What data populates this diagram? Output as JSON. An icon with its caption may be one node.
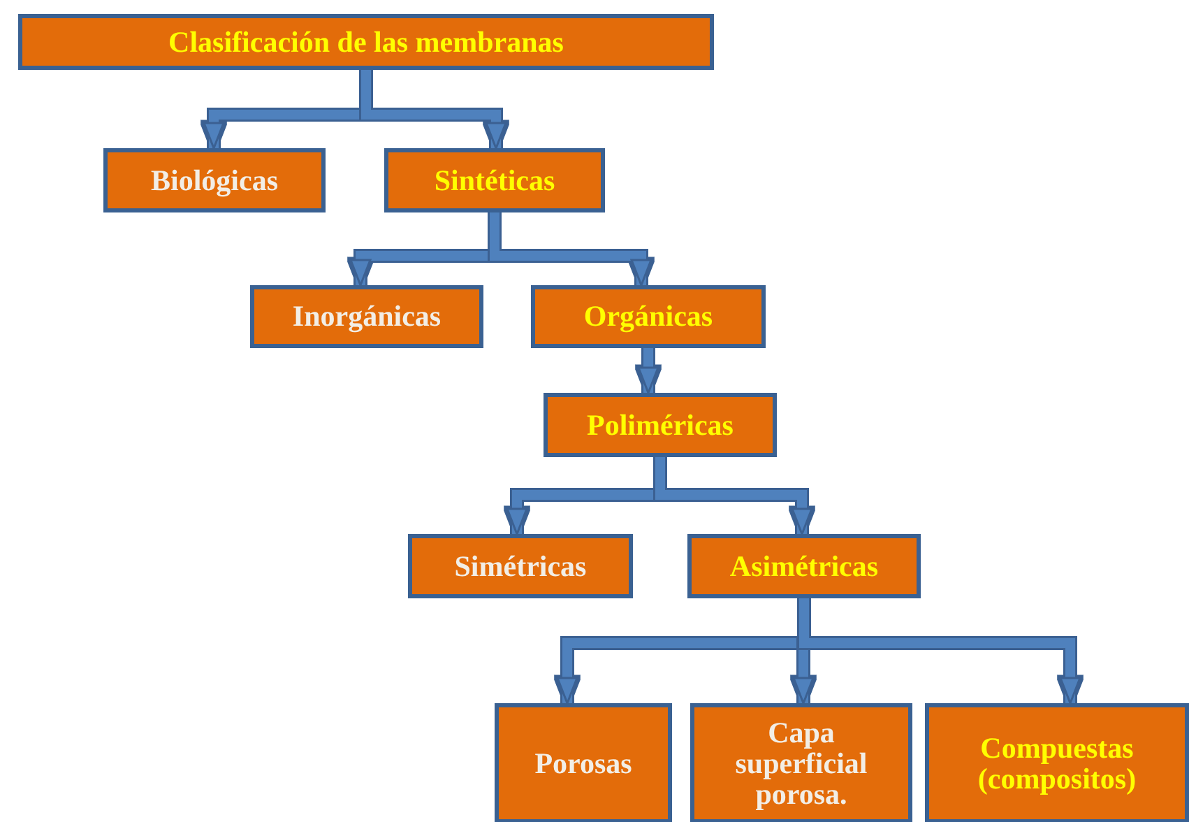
{
  "diagram": {
    "nodes": [
      {
        "text": [
          "Clasificación de las membranas"
        ]
      },
      {
        "text": [
          "Biológicas"
        ]
      },
      {
        "text": [
          "Sintéticas"
        ]
      },
      {
        "text": [
          "Inorgánicas"
        ]
      },
      {
        "text": [
          "Orgánicas"
        ]
      },
      {
        "text": [
          "Poliméricas"
        ]
      },
      {
        "text": [
          "Simétricas"
        ]
      },
      {
        "text": [
          "Asimétricas"
        ]
      },
      {
        "text": [
          "Porosas"
        ]
      },
      {
        "text": [
          "Capa superficial porosa."
        ]
      },
      {
        "text": [
          "Compuestas (compositos)"
        ]
      }
    ],
    "edges": [
      {
        "from": 0,
        "to": 1,
        "arrow": "to"
      },
      {
        "from": 0,
        "to": 2,
        "arrow": "to"
      },
      {
        "from": 2,
        "to": 3,
        "arrow": "to"
      },
      {
        "from": 2,
        "to": 4,
        "arrow": "to"
      },
      {
        "from": 4,
        "to": 5,
        "arrow": "to"
      },
      {
        "from": 5,
        "to": 6,
        "arrow": "to"
      },
      {
        "from": 5,
        "to": 7,
        "arrow": "to"
      },
      {
        "from": 7,
        "to": 8,
        "arrow": "to"
      },
      {
        "from": 7,
        "to": 9,
        "arrow": "to"
      },
      {
        "from": 7,
        "to": 10,
        "arrow": "to"
      }
    ]
  }
}
